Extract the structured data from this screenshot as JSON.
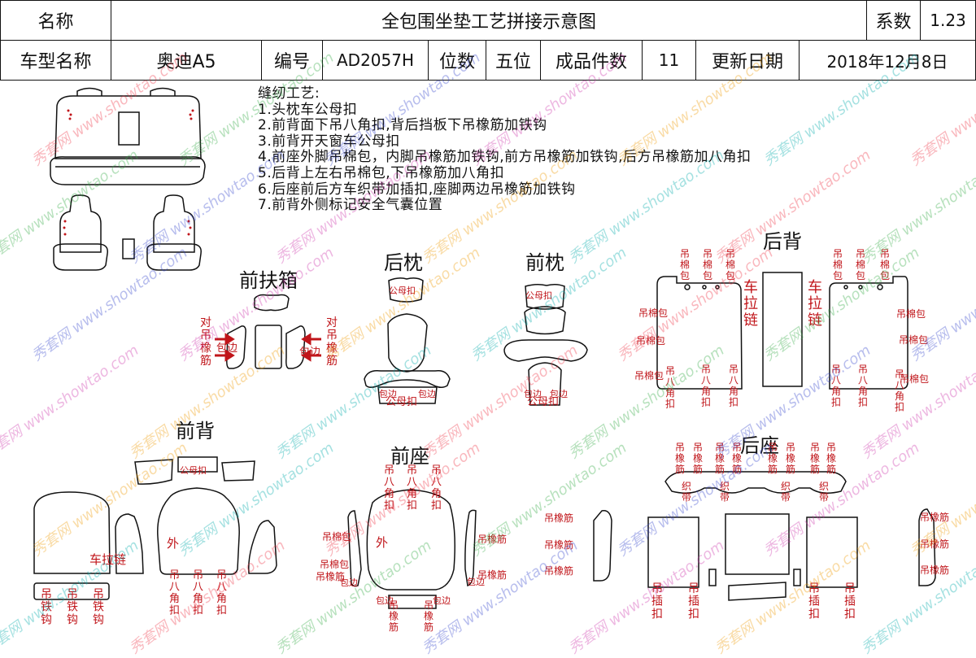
{
  "header": {
    "name_label": "名称",
    "title": "全包围坐垫工艺拼接示意图",
    "coef_label": "系数",
    "coef_value": "1.23",
    "model_label": "车型名称",
    "model_value": "奥迪A5",
    "code_label": "编号",
    "code_value": "AD2057H",
    "seats_label": "位数",
    "seats_value": "五位",
    "pieces_label": "成品件数",
    "pieces_value": "11",
    "date_label": "更新日期",
    "date_value": "2018年12月8日"
  },
  "instructions": {
    "title": "缝纫工艺:",
    "items": [
      "1.头枕车公母扣",
      "2.前背面下吊八角扣,背后挡板下吊橡筋加铁钩",
      "3.前背开天窗车公母扣",
      "4.前座外脚吊棉包，内脚吊橡筋加铁钩,前方吊橡筋加铁钩,后方吊橡筋加八角扣",
      "5.后背上左右吊棉包,下吊橡筋加八角扣",
      "6.后座前后方车织带加插扣,座脚两边吊橡筋加铁钩",
      "7.前背外侧标记安全气囊位置"
    ]
  },
  "sections": {
    "front_armrest": "前扶箱",
    "rear_headrest": "后枕",
    "front_headrest": "前枕",
    "rear_back": "后背",
    "front_back": "前背",
    "front_seat": "前座",
    "rear_seat": "后座"
  },
  "labels": {
    "dui_diao_xiangjin": "对吊橡筋",
    "baobian": "包边",
    "gongmukou": "公母扣",
    "diao_mianbao": "吊棉包",
    "che_lalian": "车拉链",
    "diao_bajiaokou": "吊八角扣",
    "diao_tiegou": "吊铁钩",
    "wai": "外",
    "diao_xiangjin": "吊橡筋",
    "diao_chakou": "吊插扣",
    "zhidai": "织带"
  },
  "watermark": "秀套网 www.showtao.com",
  "colors": {
    "annotation": "#c0151a",
    "line": "#111111"
  }
}
